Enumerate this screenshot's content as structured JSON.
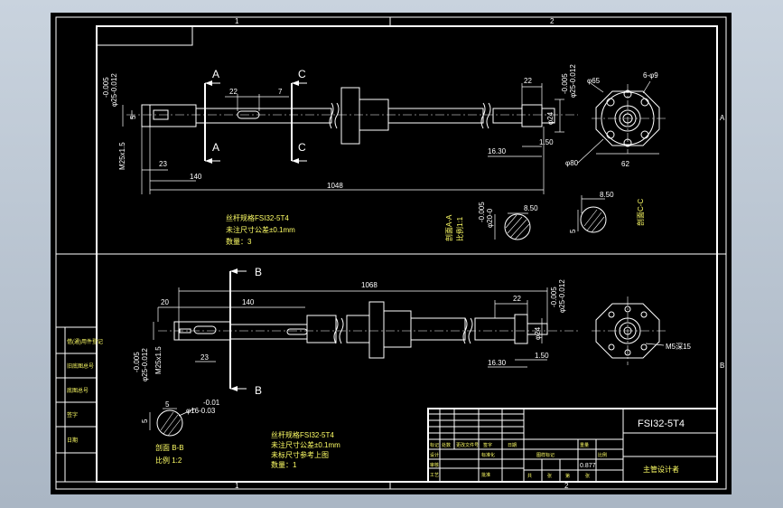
{
  "frame": {
    "zones_top": [
      "1",
      "2"
    ],
    "zones_bottom": [
      "1",
      "2"
    ],
    "zones_right": [
      "A",
      "B"
    ]
  },
  "view1": {
    "section_letters": [
      "A",
      "A",
      "C",
      "C"
    ],
    "dims": {
      "tol_left": "-0.005",
      "tol_left2": "φ25-0.012",
      "d5": "5",
      "m_thread": "M25x1.5",
      "d23": "23",
      "d140": "140",
      "d22": "22",
      "d7": "7",
      "d1048": "1048",
      "d22b": "22",
      "tol_right": "-0.005",
      "tol_right2": "φ25-0.012",
      "phi24": "φ24",
      "d1_50": "1.50",
      "d16_30": "16.30"
    },
    "flange": {
      "phi65": "φ65",
      "holes": "6-φ9",
      "d62": "62",
      "phi80": "φ80"
    },
    "notes": [
      "丝杆规格FSI32-5T4",
      "未注尺寸公差±0.1mm",
      "数量：3"
    ],
    "section_b": {
      "tol": "-0.005",
      "tol2": "φ20-0",
      "width": "8.50",
      "label": "剖面A-A",
      "scale": "比例1:1"
    },
    "section_c": {
      "width": "8.50",
      "d5": "5",
      "label": "剖面C-C"
    }
  },
  "view2": {
    "section_letters": [
      "B",
      "B"
    ],
    "dims": {
      "d20": "20",
      "d140": "140",
      "d1068": "1068",
      "d22": "22",
      "tol_r": "-0.005",
      "tol_r2": "φ25-0.012",
      "phi24": "φ24",
      "d1_50": "1.50",
      "d16_30": "16.30",
      "tol_l": "-0.005",
      "tol_l2": "φ25-0.012",
      "m_thread": "M25x1.5",
      "d23": "23"
    },
    "flange_thread": "M5深15",
    "section_bb": {
      "d5": "5",
      "tol": "-0.01",
      "tol2": "φ16-0.03",
      "label": "剖面 B-B",
      "scale": "比例 1:2"
    },
    "notes": [
      "丝杆规格FSI32-5T4",
      "未注尺寸公差±0.1mm",
      "未标尺寸参考上图",
      "数量：1"
    ]
  },
  "side_table": [
    "借(通)用件登记",
    "旧底图总号",
    "底图总号",
    "签字",
    "日期"
  ],
  "title_block": {
    "drawing_no": "FSI32-5T4",
    "org": "主管设计者",
    "small_cells": [
      "标记",
      "处数",
      "更改文件号",
      "签字",
      "日期",
      "设计",
      "标准化",
      "审核",
      "工艺",
      "批准",
      "图样标记",
      "重量",
      "比例",
      "0.877",
      "共",
      "张",
      "第",
      "张"
    ]
  }
}
